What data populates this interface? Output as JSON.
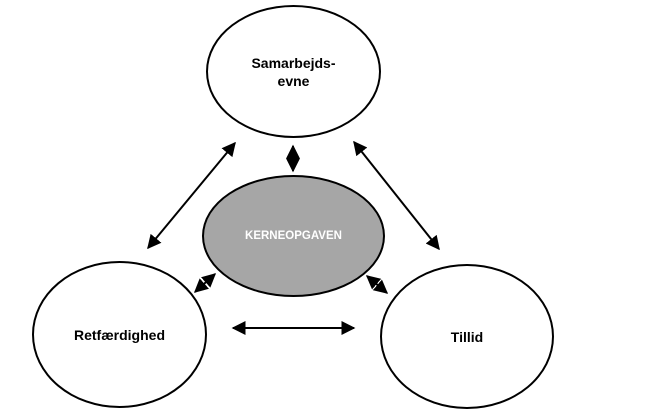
{
  "nodes": {
    "top": {
      "label": "Samarbejds-\nevne"
    },
    "center": {
      "label": "KERNEOPGAVEN"
    },
    "left": {
      "label": "Retfærdighed"
    },
    "right": {
      "label": "Tillid"
    }
  },
  "colors": {
    "outline": "#000000",
    "center_fill": "#a6a6a6",
    "center_text": "#ffffff",
    "node_fill": "#ffffff",
    "node_text": "#000000"
  },
  "arrows": [
    {
      "name": "arrow-top-center",
      "from": "top",
      "to": "center",
      "style": "double-headed"
    },
    {
      "name": "arrow-top-left",
      "from": "top",
      "to": "left",
      "style": "double-headed"
    },
    {
      "name": "arrow-top-right",
      "from": "top",
      "to": "right",
      "style": "double-headed"
    },
    {
      "name": "arrow-center-left",
      "from": "center",
      "to": "left",
      "style": "double-headed"
    },
    {
      "name": "arrow-center-right",
      "from": "center",
      "to": "right",
      "style": "double-headed"
    },
    {
      "name": "arrow-left-right",
      "from": "left",
      "to": "right",
      "style": "double-headed"
    }
  ]
}
